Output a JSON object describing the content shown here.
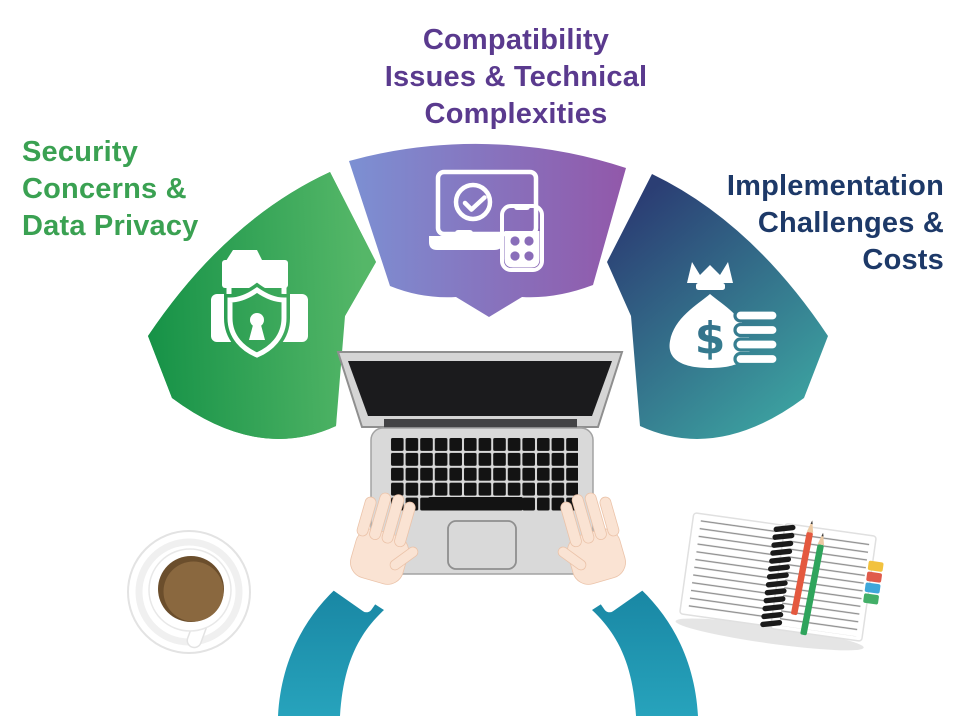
{
  "headings": {
    "security": {
      "lines": [
        "Security",
        "Concerns &",
        "Data Privacy"
      ],
      "color": "#3AA152"
    },
    "compatibility": {
      "lines": [
        "Compatibility",
        "Issues & Technical",
        "Complexities"
      ],
      "color": "#5A3A8E"
    },
    "implementation": {
      "lines": [
        "Implementation",
        "Challenges &",
        "Costs"
      ],
      "color": "#1D3968"
    }
  },
  "segments": [
    {
      "id": "security",
      "label": "Security Concerns & Data Privacy",
      "icon": "folder-shield-lock-icon",
      "gradient_start": "#149146",
      "gradient_end": "#55B768"
    },
    {
      "id": "compatibility",
      "label": "Compatibility Issues & Technical Complexities",
      "icon": "laptop-mobile-check-icon",
      "gradient_start": "#7C90D3",
      "gradient_end": "#9257A9"
    },
    {
      "id": "implementation",
      "label": "Implementation Challenges & Costs",
      "icon": "money-bag-coins-icon",
      "gradient_start": "#2B3E74",
      "gradient_end": "#3FB3A8"
    }
  ],
  "icons": {
    "dollar_glyph": "$"
  },
  "illustration": {
    "sleeve_color_top": "#157F9D",
    "sleeve_color_bottom": "#27A3BC",
    "skin_color": "#FAE3D3",
    "coffee_color": "#8A683F",
    "coffee_shadow_color": "#6B4E2C",
    "pencil_colors": [
      "#E4593F",
      "#2FA45C"
    ],
    "tab_colors": [
      "#F2C23E",
      "#E05B4B",
      "#3FA7DA",
      "#43AF68"
    ]
  }
}
